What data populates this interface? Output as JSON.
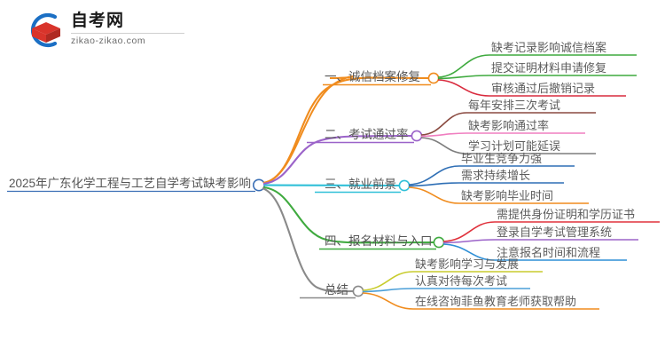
{
  "logo": {
    "title": "自考网",
    "subtitle": "zikao-zikao.com",
    "mark_icon": "graduation-cap-icon",
    "colors": {
      "arc": "#1b6fc4",
      "cap": "#d9342b",
      "cap_dark": "#b02a22"
    }
  },
  "mindmap": {
    "root": {
      "label": "2025年广东化学工程与工艺自学考试缺考影响",
      "color": "#3b6fb5"
    },
    "branches": [
      {
        "label": "一、诚信档案修复",
        "color": "#f08c1e",
        "children": [
          {
            "label": "缺考记录影响诚信档案",
            "color": "#3faa3f"
          },
          {
            "label": "提交证明材料申请修复",
            "color": "#3faa3f"
          },
          {
            "label": "审核通过后撤销记录",
            "color": "#d92b3e"
          }
        ]
      },
      {
        "label": "二、考试通过率",
        "color": "#9b63c9",
        "children": [
          {
            "label": "每年安排三次考试",
            "color": "#8a4a40"
          },
          {
            "label": "缺考影响通过率",
            "color": "#f07ec0"
          },
          {
            "label": "学习计划可能延误",
            "color": "#7d7d7d"
          }
        ]
      },
      {
        "label": "三、就业前景",
        "color": "#31c0d8",
        "children": [
          {
            "label": "毕业生竞争力强",
            "color": "#2f6fb5"
          },
          {
            "label": "需求持续增长",
            "color": "#2f6fb5"
          },
          {
            "label": "缺考影响毕业时间",
            "color": "#f08c1e"
          }
        ]
      },
      {
        "label": "四、报名材料与入口",
        "color": "#3faa3f",
        "children": [
          {
            "label": "需提供身份证明和学历证书",
            "color": "#e0323c"
          },
          {
            "label": "登录自学考试管理系统",
            "color": "#9b63c9"
          },
          {
            "label": "注意报名时间和流程",
            "color": "#2f8fd6"
          }
        ]
      },
      {
        "label": "总结",
        "color": "#8a8a8a",
        "children": [
          {
            "label": "缺考影响学习与发展",
            "color": "#c8cc2e"
          },
          {
            "label": "认真对待每次考试",
            "color": "#4b9fd8"
          },
          {
            "label": "在线咨询菲鱼教育老师获取帮助",
            "color": "#f08c1e"
          }
        ]
      }
    ]
  }
}
